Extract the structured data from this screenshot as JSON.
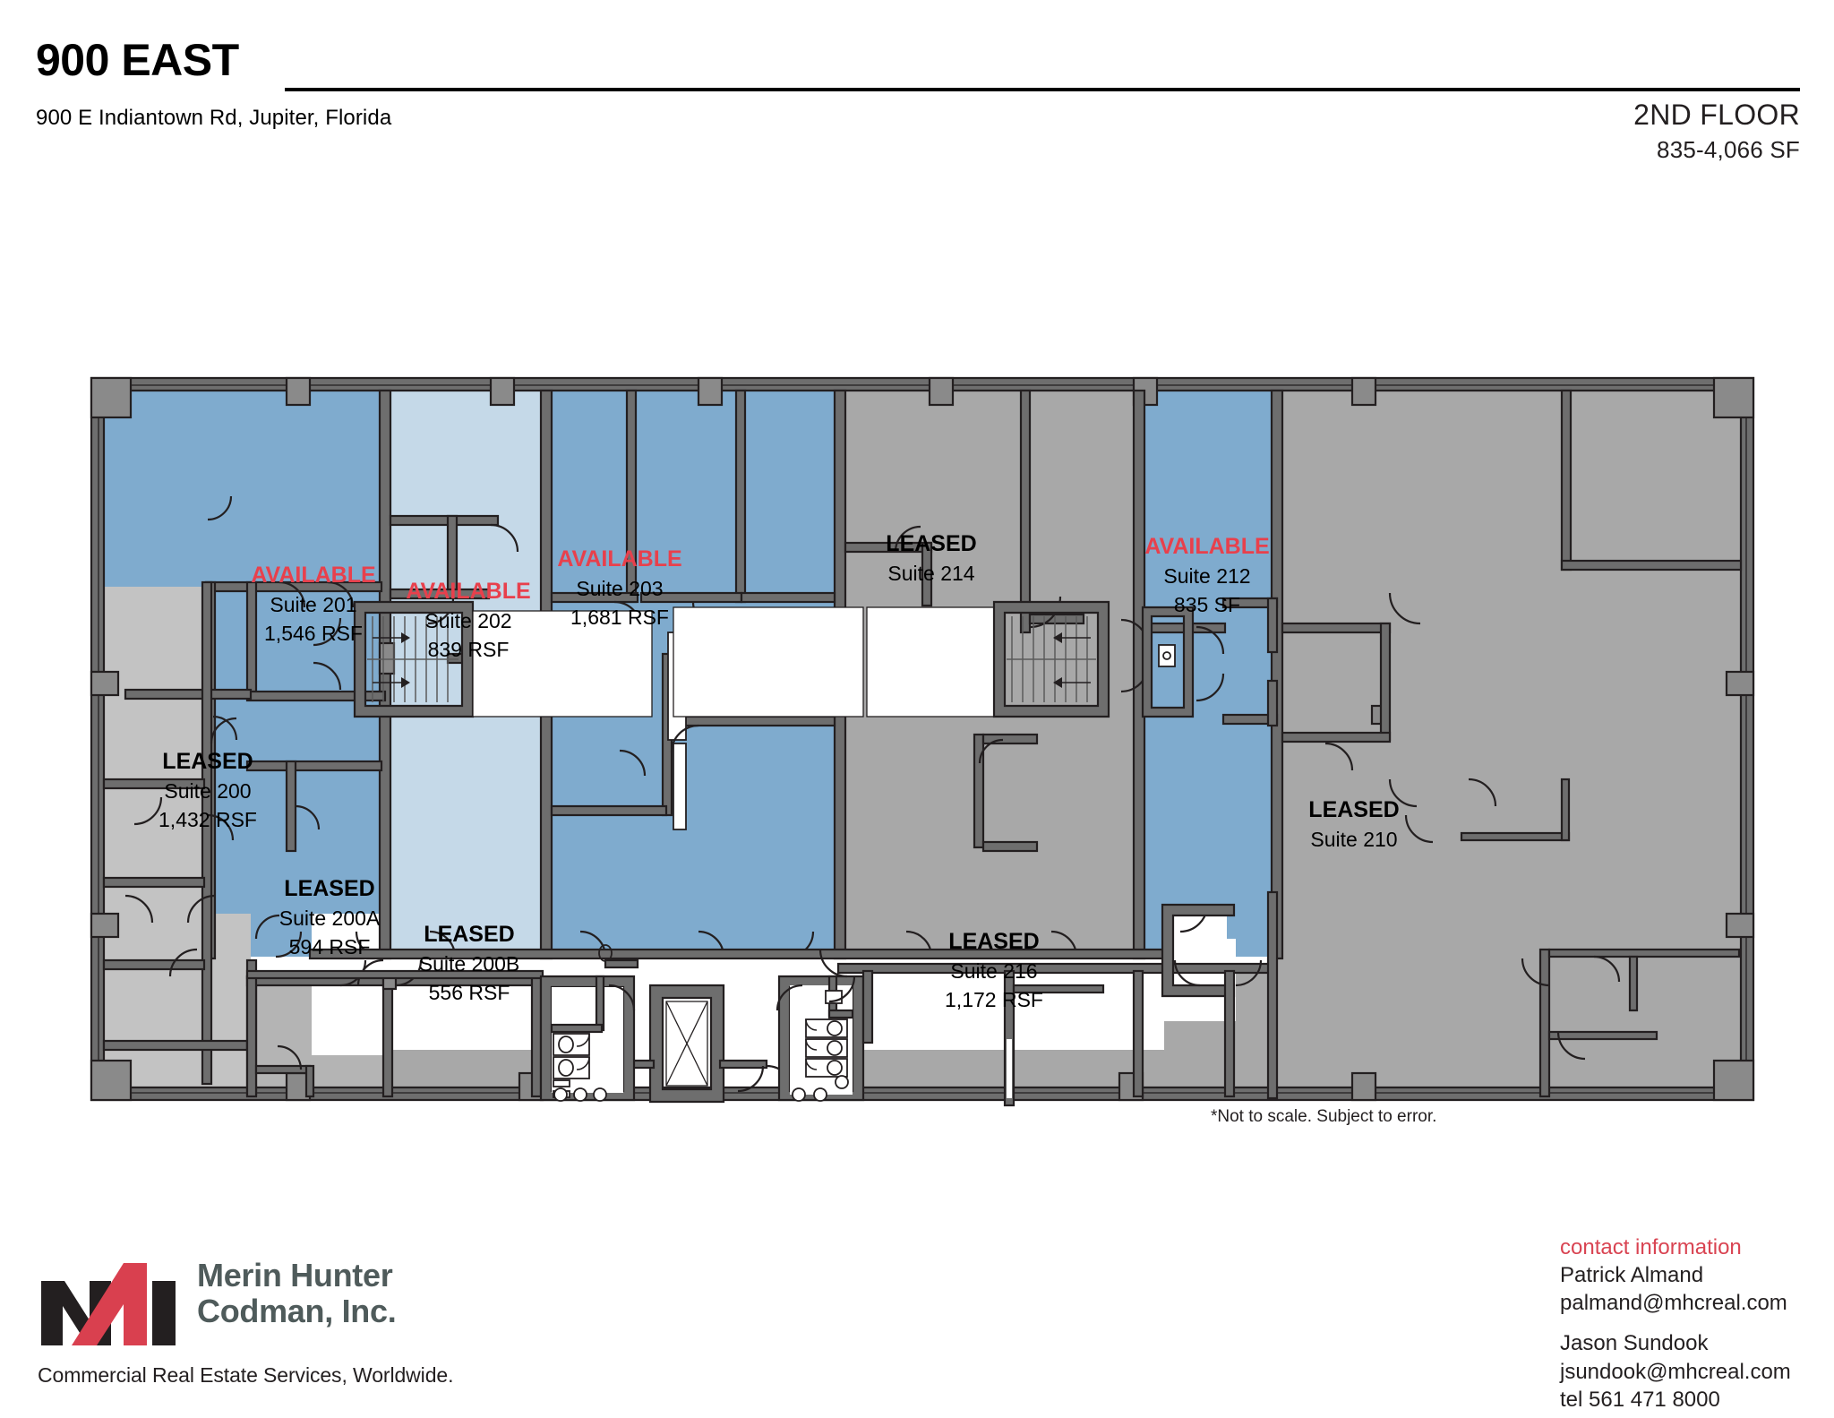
{
  "header": {
    "building_name": "900 EAST",
    "address": "900 E Indiantown Rd, Jupiter, Florida",
    "floor": "2ND FLOOR",
    "size_range": "835-4,066 SF"
  },
  "disclaimer": "*Not to scale.  Subject to error.",
  "colors": {
    "available_blue": "#7fabce",
    "available_blue_light": "#c5d9e8",
    "leased_gray": "#a8a8a8",
    "leased_gray_light": "#c3c3c3",
    "leased_gray_mid": "#b4b4b4",
    "wall": "#6e6e6e",
    "wall_stroke": "#231f20",
    "accent_red": "#e8404c",
    "logo_red": "#d94452",
    "logo_gray": "#4f5b5b"
  },
  "suites": [
    {
      "id": "201",
      "status": "AVAILABLE",
      "suite": "Suite 201",
      "area": "1,546 RSF",
      "fill": "#7fabce"
    },
    {
      "id": "202",
      "status": "AVAILABLE",
      "suite": "Suite 202",
      "area": "839 RSF",
      "fill": "#c5d9e8"
    },
    {
      "id": "203",
      "status": "AVAILABLE",
      "suite": "Suite 203",
      "area": "1,681 RSF",
      "fill": "#7fabce"
    },
    {
      "id": "214",
      "status": "LEASED",
      "suite": "Suite 214",
      "area": "",
      "fill": "#a8a8a8"
    },
    {
      "id": "212",
      "status": "AVAILABLE",
      "suite": "Suite 212",
      "area": "835 SF",
      "fill": "#7fabce"
    },
    {
      "id": "200",
      "status": "LEASED",
      "suite": "Suite 200",
      "area": "1,432 RSF",
      "fill": "#c3c3c3"
    },
    {
      "id": "210",
      "status": "LEASED",
      "suite": "Suite 210",
      "area": "",
      "fill": "#a8a8a8"
    },
    {
      "id": "200A",
      "status": "LEASED",
      "suite": "Suite 200A",
      "area": "594 RSF",
      "fill": "#b4b4b4"
    },
    {
      "id": "200B",
      "status": "LEASED",
      "suite": "Suite 200B",
      "area": "556 RSF",
      "fill": "#a8a8a8"
    },
    {
      "id": "216",
      "status": "LEASED",
      "suite": "Suite 216",
      "area": "1,172 RSF",
      "fill": "#a8a8a8"
    }
  ],
  "logo": {
    "mark": "NAI",
    "company_line1": "Merin Hunter",
    "company_line2": "Codman, Inc.",
    "tagline": "Commercial Real Estate Services, Worldwide."
  },
  "contact": {
    "heading": "contact information",
    "people": [
      {
        "name": "Patrick Almand",
        "email": "palmand@mhcreal.com",
        "tel": ""
      },
      {
        "name": "Jason Sundook",
        "email": "jsundook@mhcreal.com",
        "tel": "tel 561 471 8000"
      }
    ]
  }
}
